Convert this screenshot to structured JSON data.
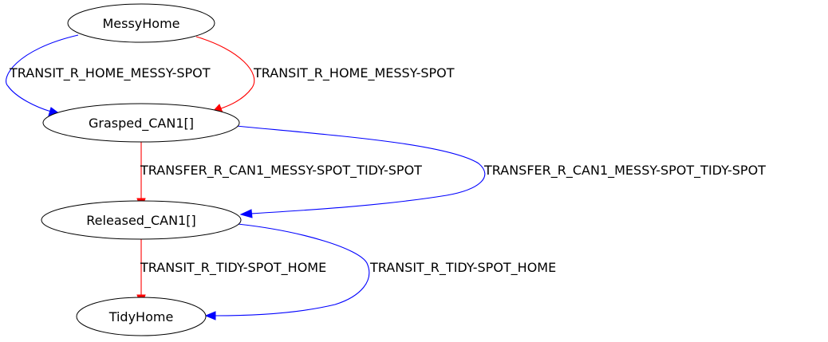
{
  "colors": {
    "red": "#ff0000",
    "blue": "#0000ff",
    "node_stroke": "#000000",
    "background": "#ffffff"
  },
  "nodes": [
    {
      "id": "messy_home",
      "label": "MessyHome"
    },
    {
      "id": "grasped_can1",
      "label": "Grasped_CAN1[]"
    },
    {
      "id": "released_can1",
      "label": "Released_CAN1[]"
    },
    {
      "id": "tidy_home",
      "label": "TidyHome"
    }
  ],
  "edges": [
    {
      "from": "MessyHome",
      "to": "Grasped_CAN1[]",
      "color": "blue",
      "label": "TRANSIT_R_HOME_MESSY-SPOT"
    },
    {
      "from": "MessyHome",
      "to": "Grasped_CAN1[]",
      "color": "red",
      "label": "TRANSIT_R_HOME_MESSY-SPOT"
    },
    {
      "from": "Grasped_CAN1[]",
      "to": "Released_CAN1[]",
      "color": "red",
      "label": "TRANSFER_R_CAN1_MESSY-SPOT_TIDY-SPOT"
    },
    {
      "from": "Grasped_CAN1[]",
      "to": "Released_CAN1[]",
      "color": "blue",
      "label": "TRANSFER_R_CAN1_MESSY-SPOT_TIDY-SPOT"
    },
    {
      "from": "Released_CAN1[]",
      "to": "TidyHome",
      "color": "red",
      "label": "TRANSIT_R_TIDY-SPOT_HOME"
    },
    {
      "from": "Released_CAN1[]",
      "to": "TidyHome",
      "color": "blue",
      "label": "TRANSIT_R_TIDY-SPOT_HOME"
    }
  ]
}
